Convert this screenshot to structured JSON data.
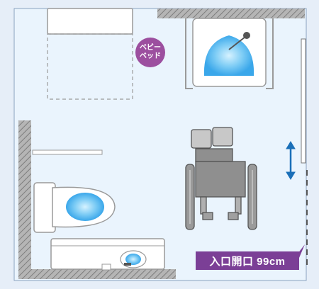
{
  "floor_plan": {
    "background": "#e6eef8",
    "room_fill": "#eaf4fd",
    "wall_color": "#8a8a8a",
    "fixture_outline": "#9a9a9a",
    "accent_water": "#4fb3ef",
    "badge_color": "#9c4f9f",
    "label_color": "#7b3f96",
    "arrow_color": "#1a6fb8"
  },
  "labels": {
    "baby_bed_line1": "ベビー",
    "baby_bed_line2": "ベッド",
    "entrance": "入口開口 99cm"
  },
  "icons": [
    "toilet-icon",
    "sink-icon",
    "wheelchair-icon",
    "baby-bed-icon",
    "double-arrow-icon"
  ]
}
